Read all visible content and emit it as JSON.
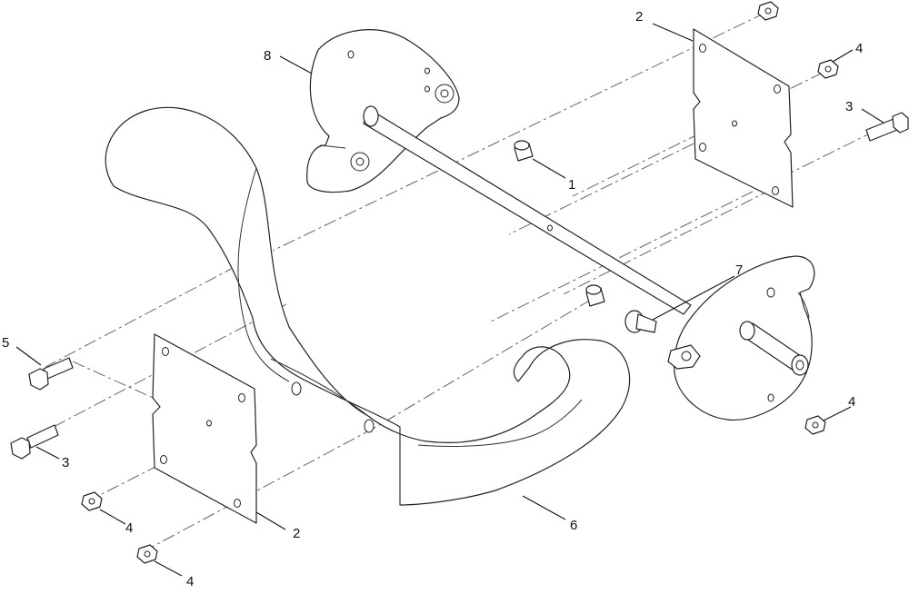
{
  "callouts": [
    {
      "id": "c2-top",
      "label": "2"
    },
    {
      "id": "c8",
      "label": "8"
    },
    {
      "id": "c4-top",
      "label": "4"
    },
    {
      "id": "c3-right",
      "label": "3"
    },
    {
      "id": "c1",
      "label": "1"
    },
    {
      "id": "c7",
      "label": "7"
    },
    {
      "id": "c5",
      "label": "5"
    },
    {
      "id": "c3-left",
      "label": "3"
    },
    {
      "id": "c4-right",
      "label": "4"
    },
    {
      "id": "c4-left",
      "label": "4"
    },
    {
      "id": "c2-bottom",
      "label": "2"
    },
    {
      "id": "c6",
      "label": "6"
    },
    {
      "id": "c4-bottom",
      "label": "4"
    }
  ]
}
